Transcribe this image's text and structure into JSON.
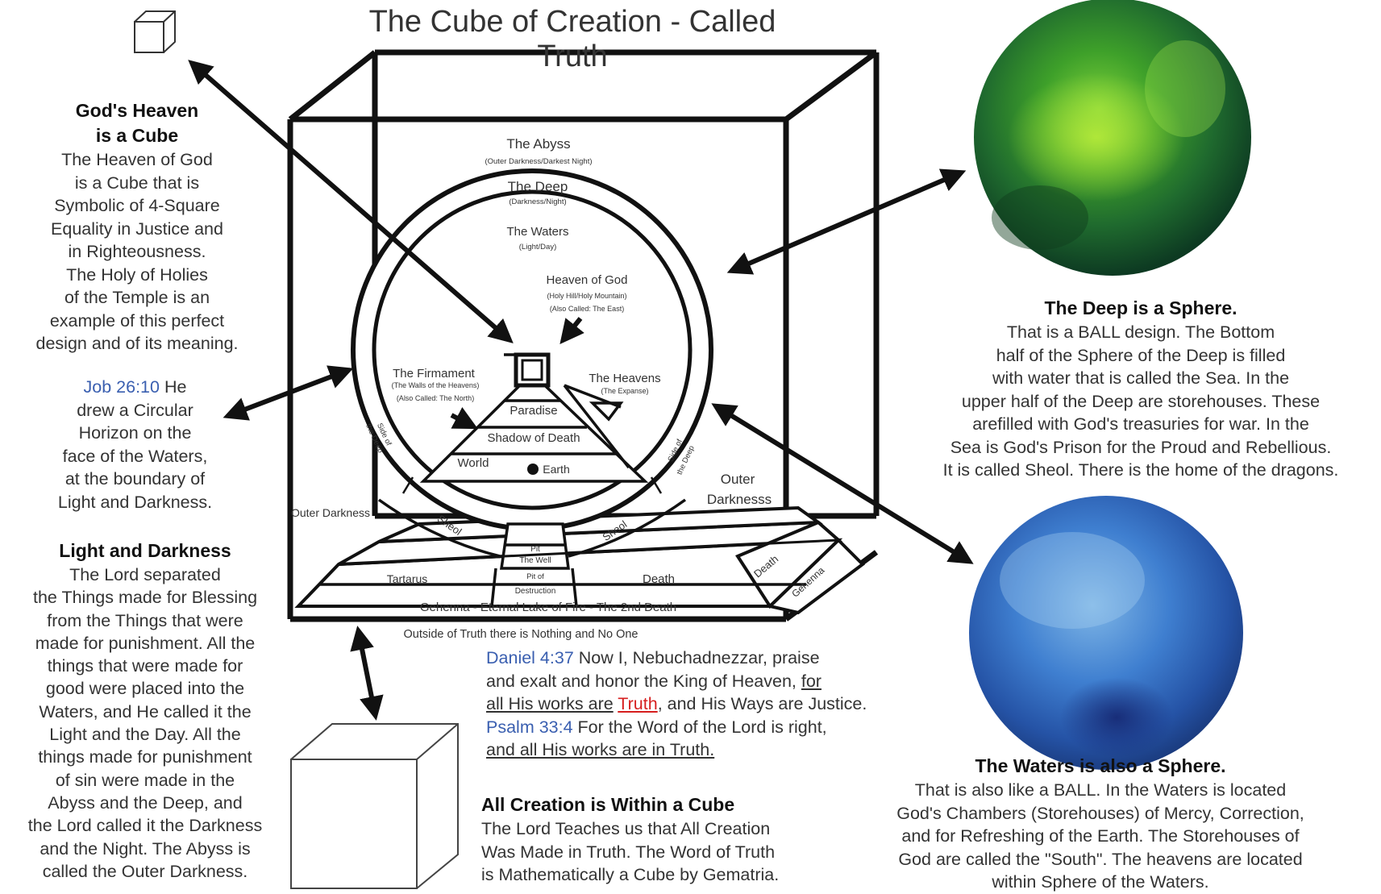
{
  "title": "The Cube of Creation - Called Truth",
  "left_panel": {
    "heaven_heading_1": "God's Heaven",
    "heaven_heading_2": "is a Cube",
    "heaven_text": [
      "The Heaven of God",
      "is a Cube that is",
      "Symbolic of 4-Square",
      "Equality in Justice and",
      "in Righteousness.",
      "The Holy of Holies",
      "of the Temple is an",
      "example of this perfect",
      "design and of its meaning."
    ],
    "job_ref": "Job 26:10",
    "job_text": [
      "He",
      "drew a Circular",
      "Horizon on the",
      "face of the Waters,",
      "at the boundary of",
      "Light and Darkness."
    ],
    "light_heading": "Light and Darkness",
    "light_text": [
      "The Lord separated",
      "the Things made for Blessing",
      "from the Things that were",
      "made for punishment.  All the",
      "things that were made for",
      "good were placed into the",
      "Waters, and He called it the",
      "Light and the Day.  All the",
      "things made for punishment",
      "of sin were made in the",
      "Abyss and the Deep, and",
      "the Lord called it the Darkness",
      "and the Night.  The Abyss is",
      "called the Outer Darkness."
    ]
  },
  "right_panel": {
    "deep_heading": "The Deep is a Sphere.",
    "deep_text": [
      "That is a BALL design. The Bottom",
      "half of the Sphere of the Deep is filled",
      "with water that is called the Sea. In the",
      "upper half of the Deep are storehouses. These",
      "arefilled with God's treasuries for war. In the",
      "Sea is God's Prison for the Proud and Rebellious.",
      "It is called Sheol. There is the home of the dragons."
    ],
    "waters_heading": "The Waters is also a Sphere.",
    "waters_text": [
      "That is also like a BALL. In the Waters is located",
      "God's Chambers (Storehouses) of Mercy, Correction,",
      "and for Refreshing of the Earth.  The Storehouses of",
      "God are called the \"South\".  The heavens are located",
      "within Sphere of the Waters."
    ]
  },
  "center_bottom": {
    "daniel_ref": "Daniel 4:37",
    "daniel_text_1": "Now I, Nebuchadnezzar, praise",
    "daniel_text_2a": "and exalt and honor the King of Heaven,",
    "daniel_text_2b": "for",
    "daniel_text_3a": "all His works are",
    "daniel_text_3b": "Truth",
    "daniel_text_3c": ", and His Ways are Justice.",
    "psalm_ref": "Psalm 33:4",
    "psalm_text_1": "For the Word of the Lord is right,",
    "psalm_text_2": "and all His works are in Truth.",
    "all_heading": "All Creation is Within a Cube",
    "all_text": [
      "The Lord Teaches us that All Creation",
      "Was Made in Truth.  The Word of Truth",
      "is Mathematically a Cube by Gematria."
    ]
  },
  "diagram_labels": {
    "abyss": "The Abyss",
    "abyss_sub": "(Outer Darkness/Darkest Night)",
    "deep": "The Deep",
    "deep_sub": "(Darkness/Night)",
    "waters": "The Waters",
    "waters_sub": "(Light/Day)",
    "heaven_of_god": "Heaven of God",
    "heaven_of_god_sub_1": "(Holy Hill/Holy Mountain)",
    "heaven_of_god_sub_2": "(Also Called: The East)",
    "firmament": "The Firmament",
    "firmament_sub_1": "(The Walls of the Heavens)",
    "firmament_sub_2": "(Also Called: The North)",
    "heavens": "The Heavens",
    "heavens_sub": "(The Expanse)",
    "paradise": "Paradise",
    "shadow": "Shadow of Death",
    "world": "World",
    "earth": "Earth",
    "outer_darkness_left": "Outer Darkness",
    "outer_darkness_right_1": "Outer",
    "outer_darkness_right_2": "Darknesss",
    "sheol_left": "Sheol",
    "sheol_right": "Sheol",
    "pit_1": "Pit",
    "pit_2": "The Well",
    "pit_destruction_1": "Pit of",
    "pit_destruction_2": "Destruction",
    "tartarus": "Tartarus",
    "death_flat": "Death",
    "death_right": "Death",
    "gehenna_right": "Gehenna",
    "gehenna_bottom": "Gehenna - Eternal Lake of Fire - The 2nd Death",
    "outside": "Outside of Truth there is Nothing and No One",
    "side_left_1": "Side of",
    "side_left_2": "the Deep",
    "side_right_1": "Side of",
    "side_right_2": "the Deep"
  }
}
